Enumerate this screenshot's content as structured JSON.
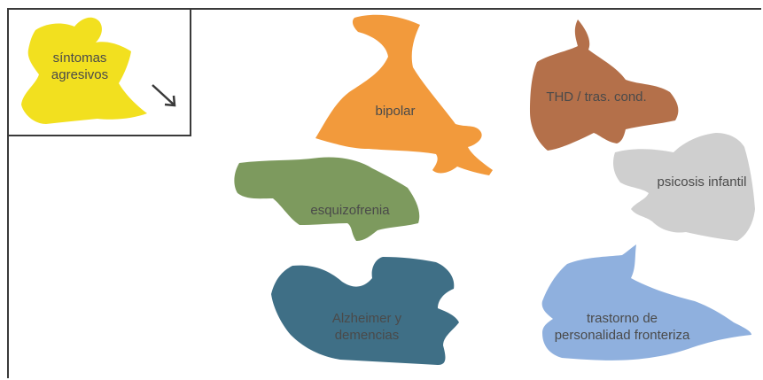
{
  "legend": {
    "line1": "síntomas",
    "line2": "agresivos"
  },
  "pieces": {
    "bipolar": {
      "label": "bipolar",
      "color": "#f29a3c"
    },
    "thd": {
      "label": "THD / tras. cond.",
      "color": "#b4704a"
    },
    "esquizofrenia": {
      "label": "esquizofrenia",
      "color": "#7d9a5e"
    },
    "psicosis": {
      "label": "psicosis infantil",
      "color": "#cfcfcf"
    },
    "alzheimer": {
      "line1": "Alzheimer y",
      "line2": "demencias",
      "color": "#3f6f86"
    },
    "trastorno": {
      "line1": "trastorno de",
      "line2": "personalidad fronteriza",
      "color": "#8fb0de"
    }
  },
  "colors": {
    "legend_piece": "#f2e01f",
    "frame": "#3a3a3a",
    "text": "#4a4a4a"
  }
}
